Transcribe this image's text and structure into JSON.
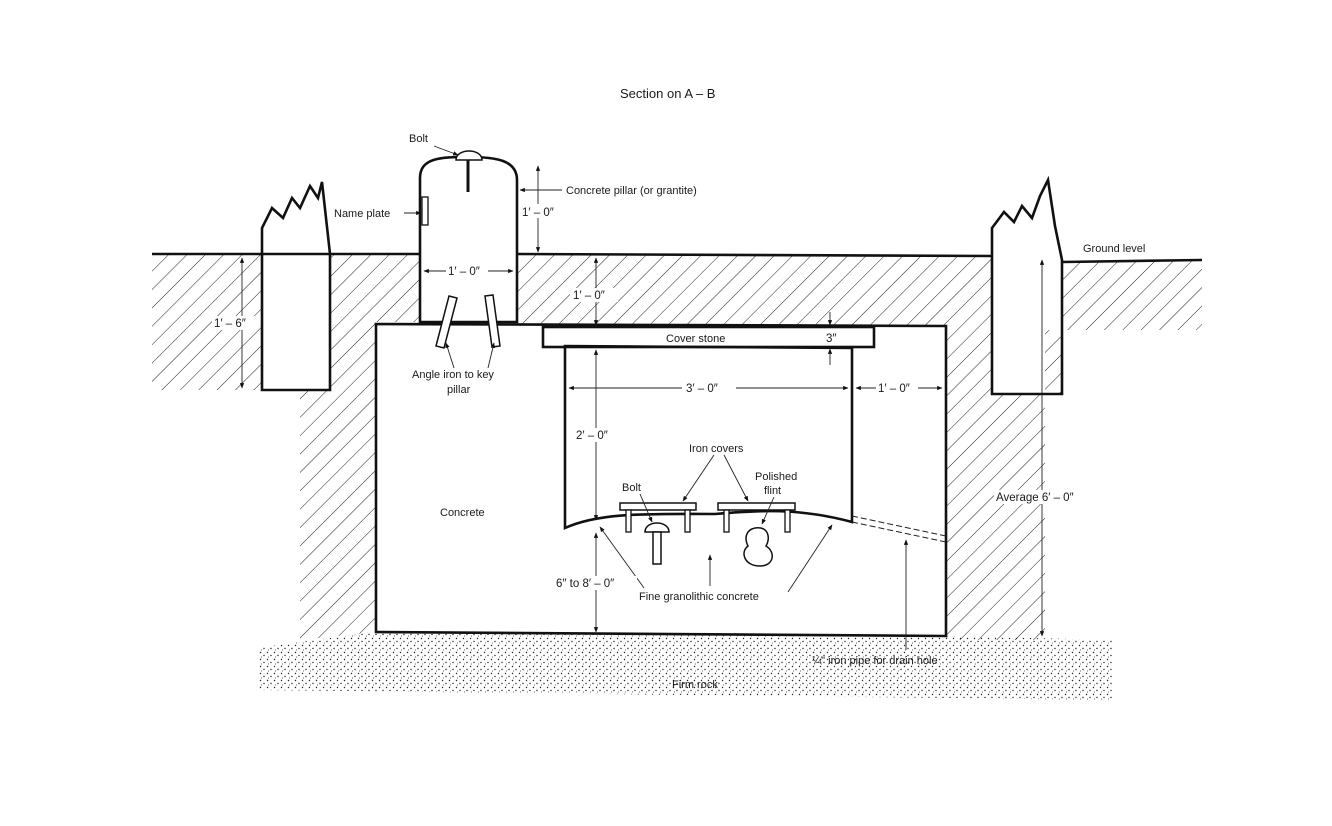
{
  "title": "Section on A – B",
  "labels": {
    "bolt_top": "Bolt",
    "concrete_pillar": "Concrete pillar (or grantite)",
    "name_plate": "Name plate",
    "ground_level": "Ground level",
    "cover_stone": "Cover stone",
    "angle_iron_1": "Angle iron to key",
    "angle_iron_2": "pillar",
    "concrete": "Concrete",
    "iron_covers": "Iron covers",
    "polished_flint_1": "Polished",
    "polished_flint_2": "flint",
    "bolt_lower": "Bolt",
    "fine_granolithic": "Fine granolithic concrete",
    "iron_pipe": "¼\" iron pipe for drain hole",
    "firm_rock": "Firm rock"
  },
  "dimensions": {
    "pillar_height": "1′ – 0″",
    "pillar_width": "1′ – 0″",
    "cover_depth": "1′ – 0″",
    "cover_thickness": "3″",
    "chamber_width": "3′ – 0″",
    "side_wall": "1′ – 0″",
    "chamber_height": "2′ – 0″",
    "base_depth": "6″ to 8′ – 0″",
    "average_depth": "Average 6′ – 0″",
    "post_depth": "1′ – 6″"
  }
}
